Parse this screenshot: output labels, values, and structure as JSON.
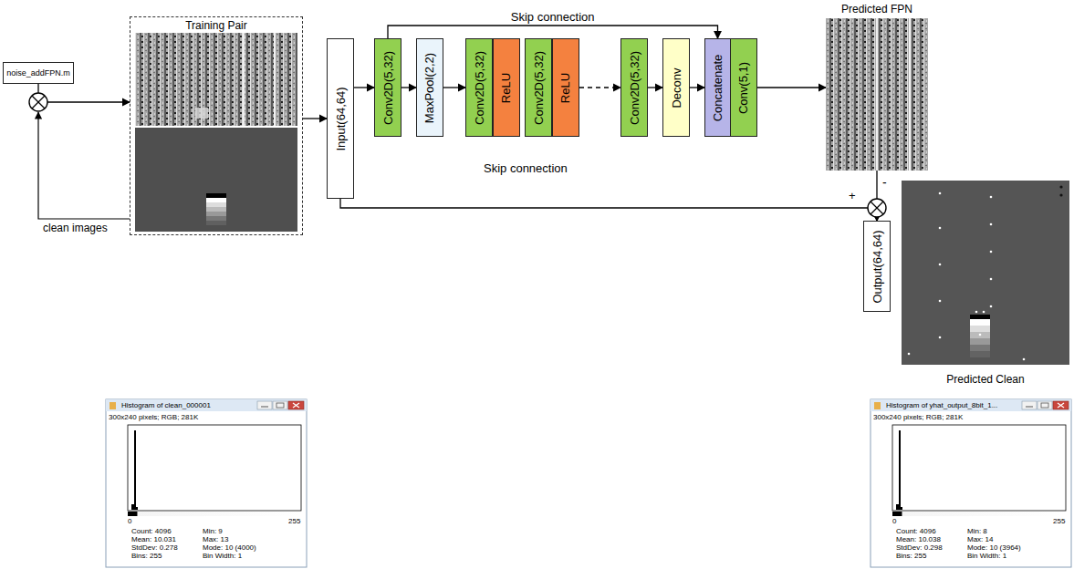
{
  "diagram": {
    "nodes": [
      {
        "text": [
          "noise_addFPN.m"
        ]
      },
      {
        "text": [
          "Training Pair"
        ]
      },
      {
        "text": [
          "Input(64,64)"
        ]
      },
      {
        "text": [
          "Conv2D(5,32)"
        ]
      },
      {
        "text": [
          "MaxPool(2,2)"
        ]
      },
      {
        "text": [
          "Conv2D(5,32)"
        ]
      },
      {
        "text": [
          "ReLU"
        ]
      },
      {
        "text": [
          "Conv2D(5,32)"
        ]
      },
      {
        "text": [
          "ReLU"
        ]
      },
      {
        "text": [
          "Conv2D(5,32)"
        ]
      },
      {
        "text": [
          "Deconv"
        ]
      },
      {
        "text": [
          "Concatenate"
        ]
      },
      {
        "text": [
          "Conv(5,1)"
        ]
      },
      {
        "text": [
          "Predicted FPN"
        ]
      },
      {
        "text": [
          "Output(64,64)"
        ]
      },
      {
        "text": [
          "Predicted Clean"
        ]
      }
    ],
    "edges": [
      {
        "from": 0,
        "to": 1,
        "arrow": "to"
      },
      {
        "from": 1,
        "to": 2,
        "arrow": "to"
      },
      {
        "from": 2,
        "to": 3,
        "arrow": "to"
      },
      {
        "from": 3,
        "to": 4,
        "arrow": "to"
      },
      {
        "from": 4,
        "to": 5,
        "arrow": "to"
      },
      {
        "from": 8,
        "to": 9,
        "arrow": "to"
      },
      {
        "from": 9,
        "to": 10,
        "arrow": "to"
      },
      {
        "from": 10,
        "to": 11,
        "arrow": "to"
      },
      {
        "from": 12,
        "to": 13,
        "arrow": "to"
      },
      {
        "from": 3,
        "to": 11,
        "label": "Skip connection",
        "arrow": "to"
      },
      {
        "from": 2,
        "to": 14,
        "arrow": "to"
      },
      {
        "from": 13,
        "to": 14,
        "arrow": "to"
      }
    ],
    "labels": [
      "clean images",
      "Skip connection",
      "+",
      "-",
      "Histogram of clean_000001",
      "300x240 pixels; RGB; 281K",
      "0",
      "255",
      "Count: 4096",
      "Mean: 10.031",
      "StdDev: 0.278",
      "Bins: 255",
      "Min: 9",
      "Max: 13",
      "Mode: 10 (4000)",
      "Bin Width: 1",
      "Histogram of yhat_output_8bit_1...",
      "300x240 pixels; RGB; 281K",
      "0",
      "255",
      "Count: 4096",
      "Mean: 10.038",
      "StdDev: 0.298",
      "Bins: 255",
      "Min: 8",
      "Max: 14",
      "Mode: 10 (3964)",
      "Bin Width: 1"
    ]
  }
}
